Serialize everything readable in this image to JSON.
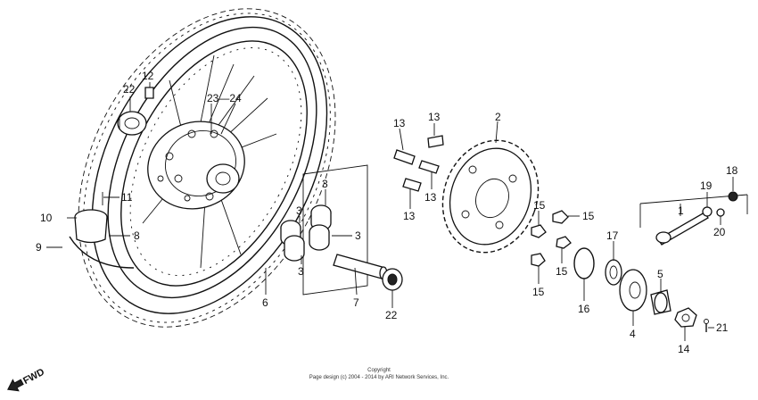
{
  "callouts": [
    {
      "id": "c1",
      "text": "1"
    },
    {
      "id": "c2",
      "text": "2"
    },
    {
      "id": "c3a",
      "text": "3"
    },
    {
      "id": "c3b",
      "text": "3"
    },
    {
      "id": "c3c",
      "text": "3"
    },
    {
      "id": "c3d",
      "text": "3"
    },
    {
      "id": "c4",
      "text": "4"
    },
    {
      "id": "c5",
      "text": "5"
    },
    {
      "id": "c6",
      "text": "6"
    },
    {
      "id": "c7",
      "text": "7"
    },
    {
      "id": "c8",
      "text": "8"
    },
    {
      "id": "c9",
      "text": "9"
    },
    {
      "id": "c10",
      "text": "10"
    },
    {
      "id": "c11",
      "text": "11"
    },
    {
      "id": "c12",
      "text": "12"
    },
    {
      "id": "c13a",
      "text": "13"
    },
    {
      "id": "c13b",
      "text": "13"
    },
    {
      "id": "c13c",
      "text": "13"
    },
    {
      "id": "c13d",
      "text": "13"
    },
    {
      "id": "c14",
      "text": "14"
    },
    {
      "id": "c15a",
      "text": "15"
    },
    {
      "id": "c15b",
      "text": "15"
    },
    {
      "id": "c15c",
      "text": "15"
    },
    {
      "id": "c15d",
      "text": "15"
    },
    {
      "id": "c16",
      "text": "16"
    },
    {
      "id": "c17",
      "text": "17"
    },
    {
      "id": "c18",
      "text": "18"
    },
    {
      "id": "c19",
      "text": "19"
    },
    {
      "id": "c20",
      "text": "20"
    },
    {
      "id": "c21",
      "text": "21"
    },
    {
      "id": "c22a",
      "text": "22"
    },
    {
      "id": "c22b",
      "text": "22"
    },
    {
      "id": "c23_24",
      "text": "23—24"
    }
  ],
  "fwd_label": "FWD",
  "copyright_line1": "Copyright",
  "copyright_line2": "Page design (c) 2004 - 2014 by ARI Network Services, Inc."
}
